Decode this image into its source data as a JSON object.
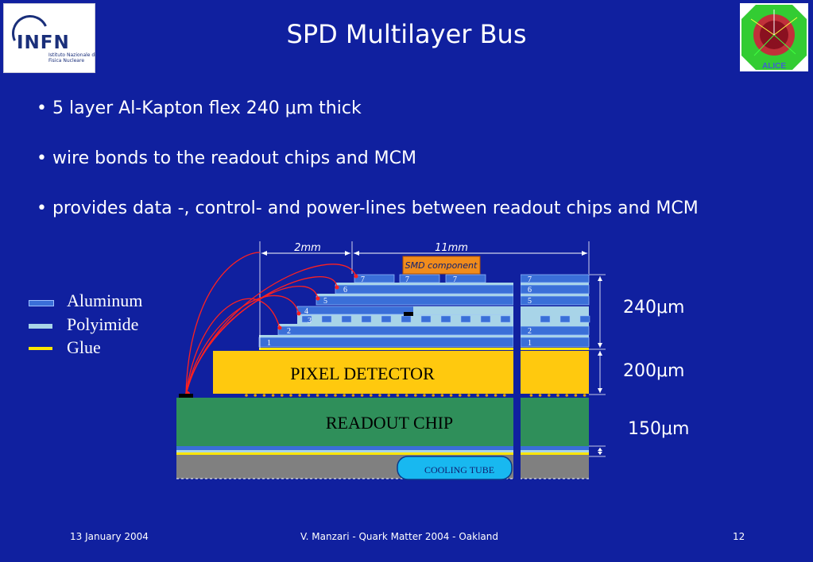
{
  "slide": {
    "title": "SPD Multilayer Bus",
    "bullets": [
      "• 5 layer Al-Kapton flex 240 μm thick",
      "• wire bonds to the readout chips and MCM",
      "• provides data -, control- and power-lines between readout chips and MCM"
    ]
  },
  "logos": {
    "infn": {
      "mark": "INFN",
      "subtitle": "Istituto Nazionale di Fisica Nucleare"
    },
    "alice": {
      "name": "ALICE"
    }
  },
  "legend": [
    {
      "label": "Aluminum",
      "color": "#3a6fd8"
    },
    {
      "label": "Polyimide",
      "color": "#a8d4e8"
    },
    {
      "label": "Glue",
      "color": "#ffe600"
    }
  ],
  "diagram": {
    "dim_left": "2mm",
    "dim_right": "11mm",
    "smd": "SMD component",
    "pixel_detector": "PIXEL DETECTOR",
    "readout_chip": "READOUT CHIP",
    "cooling_tube": "COOLING TUBE",
    "layer_labels": [
      "1",
      "2",
      "3",
      "4",
      "5",
      "6",
      "7"
    ],
    "thickness": [
      "240μm",
      "200μm",
      "150μm"
    ]
  },
  "footer": {
    "date": "13 January 2004",
    "author": "V. Manzari - Quark Matter 2004 - Oakland",
    "page": "12"
  },
  "colors": {
    "background": "#10209f",
    "aluminum": "#3a6fd8",
    "polyimide": "#a8d4e8",
    "glue": "#ffe600",
    "detector": "#ffc90e",
    "chip": "#2f8f5a",
    "smd": "#f08c1c",
    "wire": "#ff2020"
  }
}
